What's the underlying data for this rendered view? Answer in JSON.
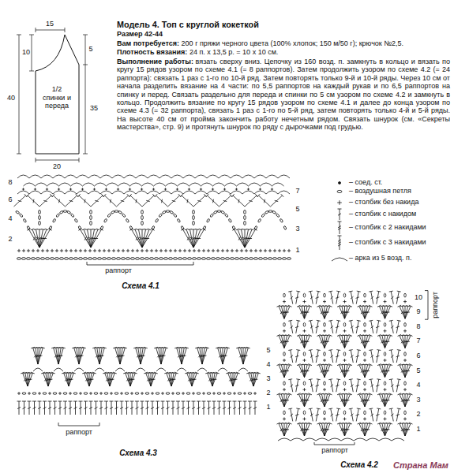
{
  "diagram": {
    "title": "Модель 4. Топ с круглой кокеткой",
    "nodes": [
      {
        "text": [
          "1/2 спинки и переда"
        ]
      }
    ],
    "labels": [
      "15",
      "10",
      "40",
      "5",
      "35",
      "20",
      "Размер 42-44",
      "Вам потребуется:",
      "200 г пряжи черного цвета (100% хлопок; 150 м/50 г); крючок №2,5.",
      "Плотность вязания:",
      "24 п. х 13,5 р. = 10 х 10 см.",
      "Выполнение работы:",
      "вязать сверху вниз. Цепочку из 160 возд. п. замкнуть в кольцо и вязать по кругу 15 рядов узором по схеме 4.1 (= 8 раппортов). Затем продолжить узором по схеме 4.2 (= 24 раппорта): связать 1 раз с 1-го по 10-й ряд. Затем повторять только 9-й и 10-й ряды. Через 10 см от начала разделить вязание на 4 части: по 5,5 раппортов на каждый рукав и по 6,5 раппортов на спинку и перед. Связать раздельно для переда и спинки по 5 см узором по схеме 4.2 и замкнуть в кольцо. Продолжить вязание по кругу 15 рядов узором по схеме 4.1 и далее до конца узором по схеме 4.3 (= 32 раппорта), связать 1 раз с 1-го по 5-й ряд, затем повторять только 4-й и 5-й ряды. На высоте 40 см от пройма закончить работу нечетным рядом. Связать шнурок (см. «Секреты мастерства», стр. 9) и протянуть шнурок по ряду с дырочками под грудью.",
      "1",
      "2",
      "3",
      "4",
      "5",
      "6",
      "7",
      "8",
      "раппорт",
      "Схема 4.1",
      "1",
      "2",
      "3",
      "4",
      "5",
      "6",
      "7",
      "8",
      "9",
      "10",
      "раппорт",
      "раппорт",
      "Схема 4.2",
      "1",
      "2",
      "3",
      "4",
      "5",
      "раппорт",
      "Схема 4.3",
      "Страна Мам"
    ],
    "legend": [
      {
        "text": "– соед. ст."
      },
      {
        "text": "– воздушная петля"
      },
      {
        "text": "– столбик без накида"
      },
      {
        "text": "– столбик с накидом"
      },
      {
        "text": "– столбик с 2 накидами"
      },
      {
        "text": "– столбик с 3 накидами"
      },
      {
        "text": "– арка из 5 возд. п."
      }
    ]
  }
}
